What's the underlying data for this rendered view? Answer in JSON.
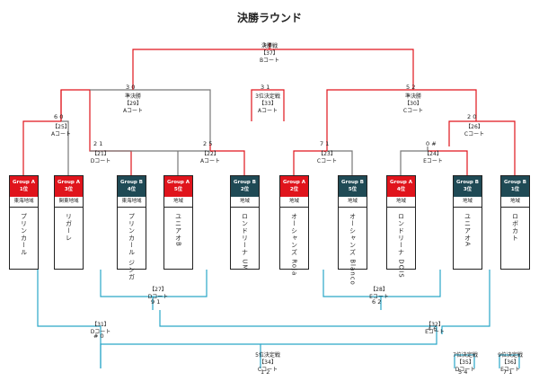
{
  "title": "決勝ラウンド",
  "teams": [
    {
      "group": "Group A",
      "rank": "1位",
      "region": "東海地域",
      "name": "プリンカール",
      "grp": "A"
    },
    {
      "group": "Group A",
      "rank": "3位",
      "region": "関東地域",
      "name": "リガーレ",
      "grp": "A"
    },
    {
      "group": "Group B",
      "rank": "4位",
      "region": "東海地域",
      "name": "プリンカール ジンガ",
      "grp": "B"
    },
    {
      "group": "Group A",
      "rank": "5位",
      "region": "地域",
      "name": "ユニアオB",
      "grp": "A"
    },
    {
      "group": "Group B",
      "rank": "2位",
      "region": "地域",
      "name": "ロンドリーナ UM",
      "grp": "B"
    },
    {
      "group": "Group A",
      "rank": "2位",
      "region": "地域",
      "name": "オーシャンズ Roja",
      "grp": "A"
    },
    {
      "group": "Group B",
      "rank": "5位",
      "region": "地域",
      "name": "オーシャンズ Blanco",
      "grp": "B"
    },
    {
      "group": "Group A",
      "rank": "4位",
      "region": "地域",
      "name": "ロンドリーナ DOIS",
      "grp": "A"
    },
    {
      "group": "Group B",
      "rank": "3位",
      "region": "地域",
      "name": "ユニアオA",
      "grp": "B"
    },
    {
      "group": "Group B",
      "rank": "1位",
      "region": "地域",
      "name": "ロボカト",
      "grp": "B"
    }
  ],
  "matches": [
    {
      "label": "決勝戦\n【37】\nBコート",
      "score": "3 0"
    },
    {
      "label": "準決勝\n【29】\nAコート",
      "score": "3 0"
    },
    {
      "label": "準決勝\n【30】\nCコート",
      "score": "5 2"
    },
    {
      "label": "3位決定戦\n【33】\nAコート",
      "score": "3 1"
    },
    {
      "label": "【25】\nAコート",
      "score": "6 0"
    },
    {
      "label": "【26】\nCコート",
      "score": "2 0"
    },
    {
      "label": "【21】\nDコート",
      "score": "2 1"
    },
    {
      "label": "【22】\nAコート",
      "score": "2 5"
    },
    {
      "label": "【23】\nCコート",
      "score": "7 1"
    },
    {
      "label": "【24】\nEコート",
      "score": "0 #"
    },
    {
      "label": "【27】\nDコート",
      "score": "9 1"
    },
    {
      "label": "【28】\nEコート",
      "score": "6 2"
    },
    {
      "label": "【31】\nDコート",
      "score": "# 0"
    },
    {
      "label": "【32】\nEコート",
      "score": "4 6"
    },
    {
      "label": "5位決定戦\n【34】\nCコート",
      "score": "1 2"
    },
    {
      "label": "7位決定戦\n【35】\nDコート",
      "score": "5 4"
    },
    {
      "label": "9位決定戦\n【36】\nEコート",
      "score": "7 1"
    }
  ],
  "colors": {
    "win": "#e0141c",
    "lose": "#777777",
    "cons": "#2aa6c8"
  }
}
